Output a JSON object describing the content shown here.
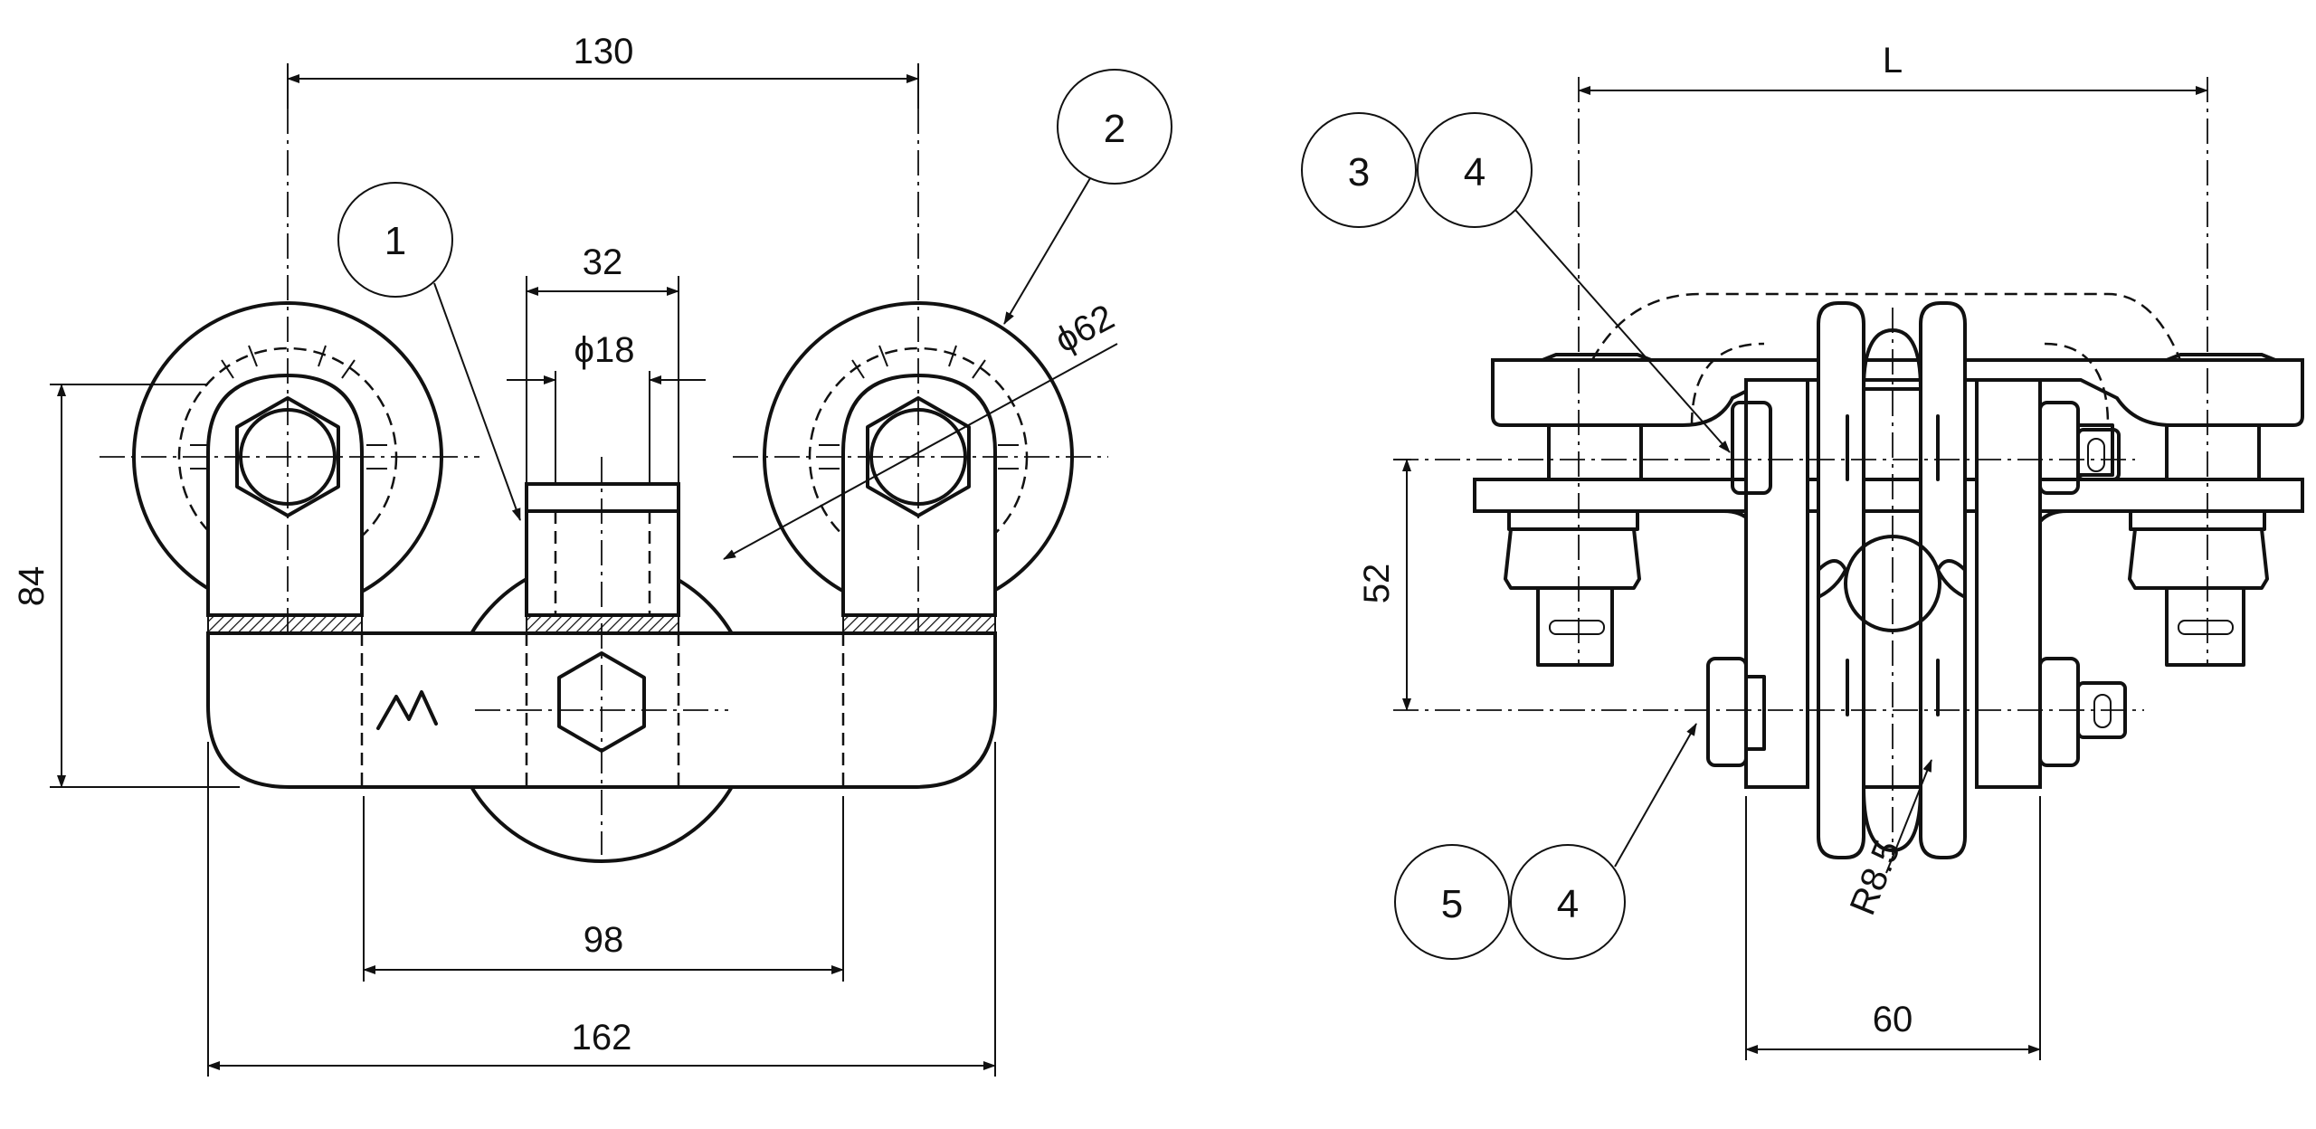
{
  "front_view": {
    "dimensions": {
      "width_total": "162",
      "center_span": "130",
      "inner_span": "98",
      "height": "84",
      "top_width": "32",
      "bore": "ϕ18",
      "roller_diameter": "ϕ62"
    },
    "callouts": [
      "1",
      "2"
    ]
  },
  "side_view": {
    "dimensions": {
      "length": "L",
      "height": "52",
      "width": "60",
      "radius": "R8.5"
    },
    "callouts": [
      "3",
      "4",
      "5",
      "4"
    ]
  },
  "colors": {
    "line": "#111111",
    "background": "#ffffff"
  }
}
